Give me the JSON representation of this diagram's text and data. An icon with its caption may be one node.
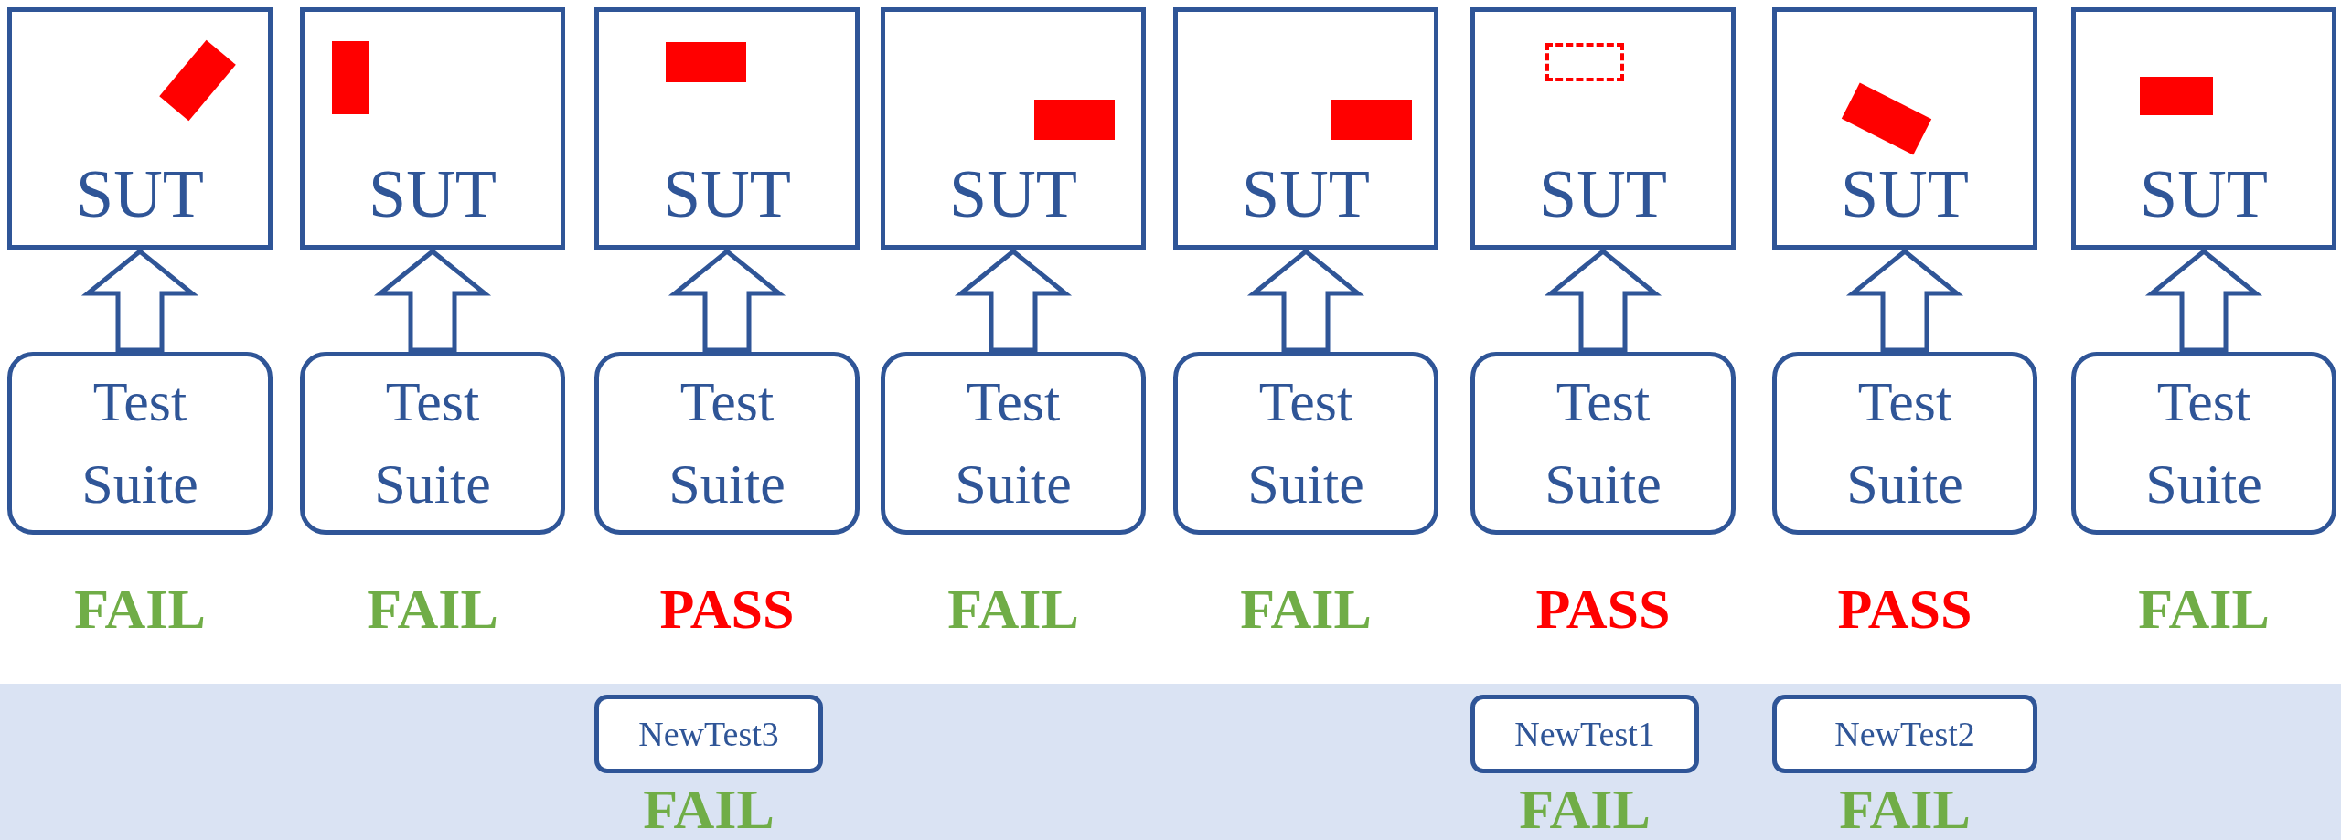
{
  "diagram": {
    "nodes": [
      {
        "text": [
          "SUT"
        ]
      },
      {
        "text": [
          "SUT"
        ]
      },
      {
        "text": [
          "SUT"
        ]
      },
      {
        "text": [
          "SUT"
        ]
      },
      {
        "text": [
          "SUT"
        ]
      },
      {
        "text": [
          "SUT"
        ]
      },
      {
        "text": [
          "SUT"
        ]
      },
      {
        "text": [
          "SUT"
        ]
      },
      {
        "text": [
          "Test Suite"
        ],
        "beside": [
          "FAIL"
        ]
      },
      {
        "text": [
          "Test Suite"
        ],
        "beside": [
          "FAIL"
        ]
      },
      {
        "text": [
          "Test Suite"
        ],
        "beside": [
          "PASS"
        ]
      },
      {
        "text": [
          "Test Suite"
        ],
        "beside": [
          "FAIL"
        ]
      },
      {
        "text": [
          "Test Suite"
        ],
        "beside": [
          "FAIL"
        ]
      },
      {
        "text": [
          "Test Suite"
        ],
        "beside": [
          "PASS"
        ]
      },
      {
        "text": [
          "Test Suite"
        ],
        "beside": [
          "PASS"
        ]
      },
      {
        "text": [
          "Test Suite"
        ],
        "beside": [
          "FAIL"
        ]
      },
      {
        "text": [
          "NewTest3"
        ],
        "beside": [
          "FAIL"
        ]
      },
      {
        "text": [
          "NewTest1"
        ],
        "beside": [
          "FAIL"
        ]
      },
      {
        "text": [
          "NewTest2"
        ],
        "beside": [
          "FAIL"
        ]
      },
      {
        "text": [],
        "shape": "box",
        "in": 0
      },
      {
        "text": [],
        "shape": "box",
        "in": 1
      },
      {
        "text": [],
        "shape": "box",
        "in": 2
      },
      {
        "text": [],
        "shape": "box",
        "in": 3
      },
      {
        "text": [],
        "shape": "box",
        "in": 4
      },
      {
        "text": [],
        "shape": "box",
        "in": 5
      },
      {
        "text": [],
        "shape": "box",
        "in": 6
      },
      {
        "text": [],
        "shape": "box",
        "in": 7
      }
    ],
    "edges": [
      {
        "from": 8,
        "to": 0,
        "arrow": "to"
      },
      {
        "from": 9,
        "to": 1,
        "arrow": "to"
      },
      {
        "from": 10,
        "to": 2,
        "arrow": "to"
      },
      {
        "from": 11,
        "to": 3,
        "arrow": "to"
      },
      {
        "from": 12,
        "to": 4,
        "arrow": "to"
      },
      {
        "from": 13,
        "to": 5,
        "arrow": "to"
      },
      {
        "from": 14,
        "to": 6,
        "arrow": "to"
      },
      {
        "from": 15,
        "to": 7,
        "arrow": "to"
      }
    ]
  }
}
